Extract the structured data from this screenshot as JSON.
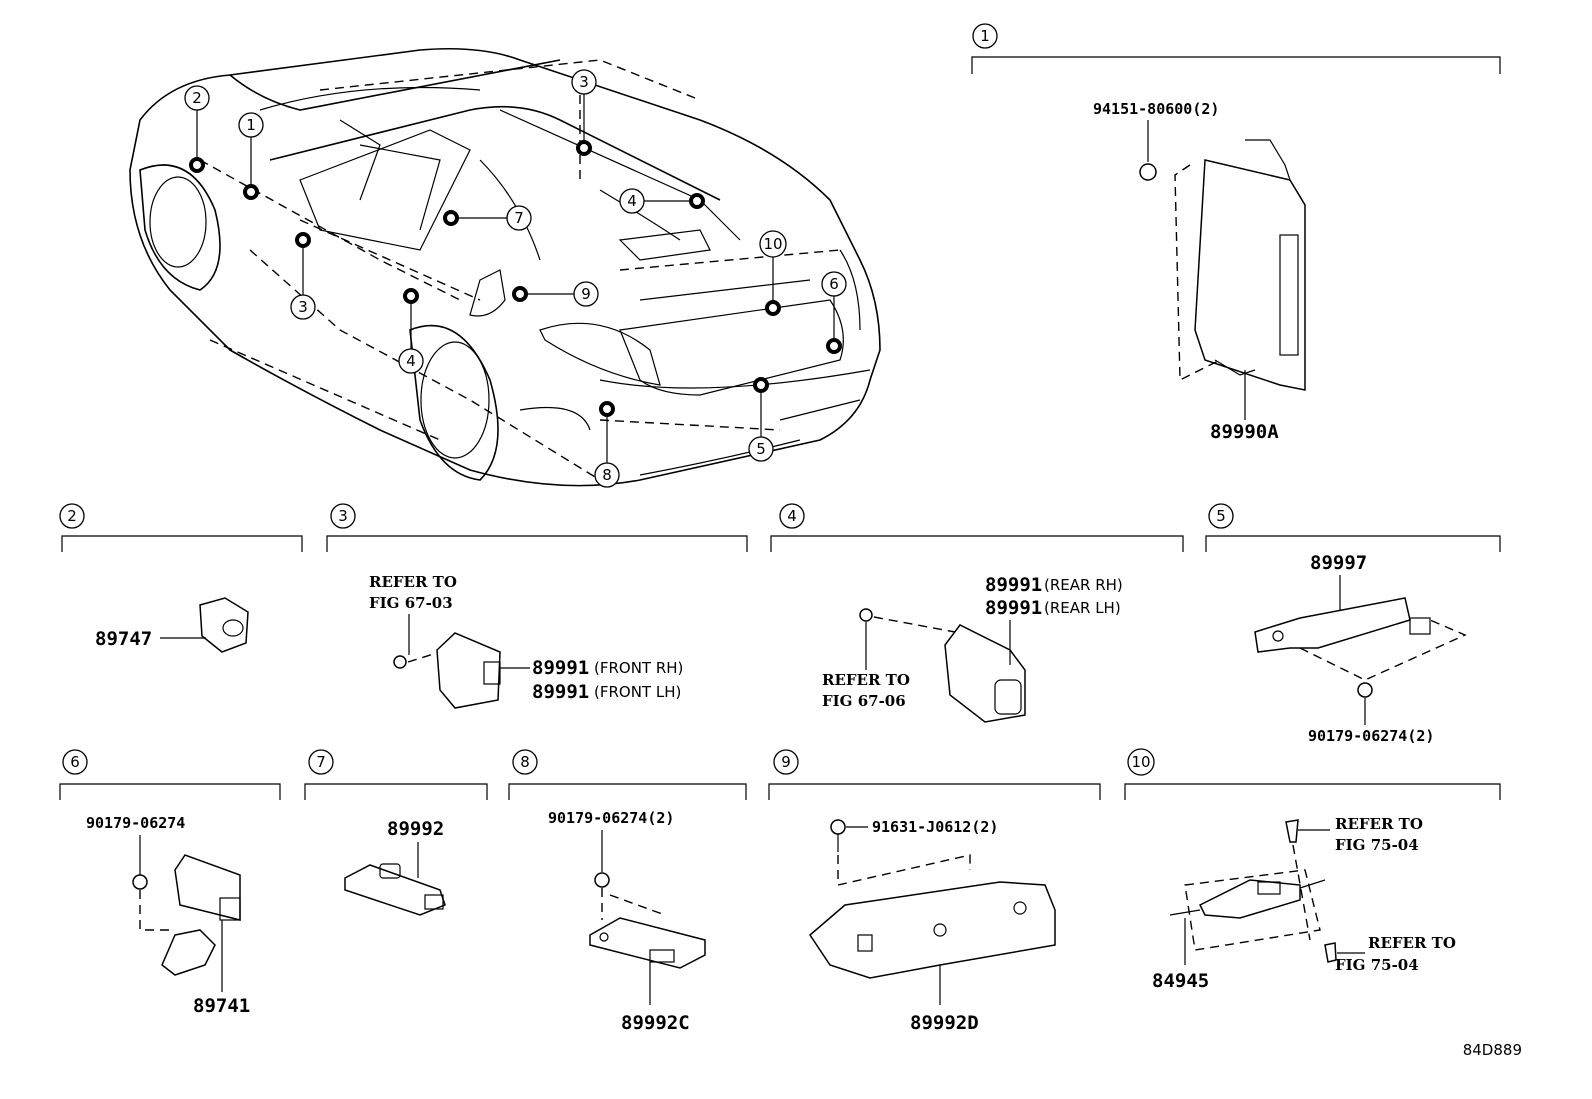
{
  "car": {
    "callouts": [
      "1",
      "2",
      "3",
      "3",
      "4",
      "4",
      "5",
      "6",
      "7",
      "8",
      "9",
      "10"
    ]
  },
  "panels": {
    "p1": {
      "num": "1",
      "parts": {
        "module": "89990A",
        "nut": "94151-80600(2)"
      }
    },
    "p2": {
      "num": "2",
      "parts": {
        "sensor": "89747"
      }
    },
    "p3": {
      "num": "3",
      "refer": "REFER TO",
      "fig": "FIG 67-03",
      "pn1": "89991",
      "suf1": "(FRONT RH)",
      "pn2": "89991",
      "suf2": "(FRONT LH)"
    },
    "p4": {
      "num": "4",
      "refer": "REFER TO",
      "fig": "FIG 67-06",
      "pn1": "89991",
      "suf1": "(REAR RH)",
      "pn2": "89991",
      "suf2": "(REAR LH)"
    },
    "p5": {
      "num": "5",
      "pn": "89997",
      "nut": "90179-06274(2)"
    },
    "p6": {
      "num": "6",
      "nut": "90179-06274",
      "pn": "89741"
    },
    "p7": {
      "num": "7",
      "pn": "89992"
    },
    "p8": {
      "num": "8",
      "nut": "90179-06274(2)",
      "pn": "89992C"
    },
    "p9": {
      "num": "9",
      "bolt": "91631-J0612(2)",
      "pn": "89992D"
    },
    "p10": {
      "num": "10",
      "refer1": "REFER TO",
      "fig1": "FIG 75-04",
      "refer2": "REFER TO",
      "fig2": "FIG 75-04",
      "pn": "84945"
    }
  },
  "figure_code": "84D889"
}
